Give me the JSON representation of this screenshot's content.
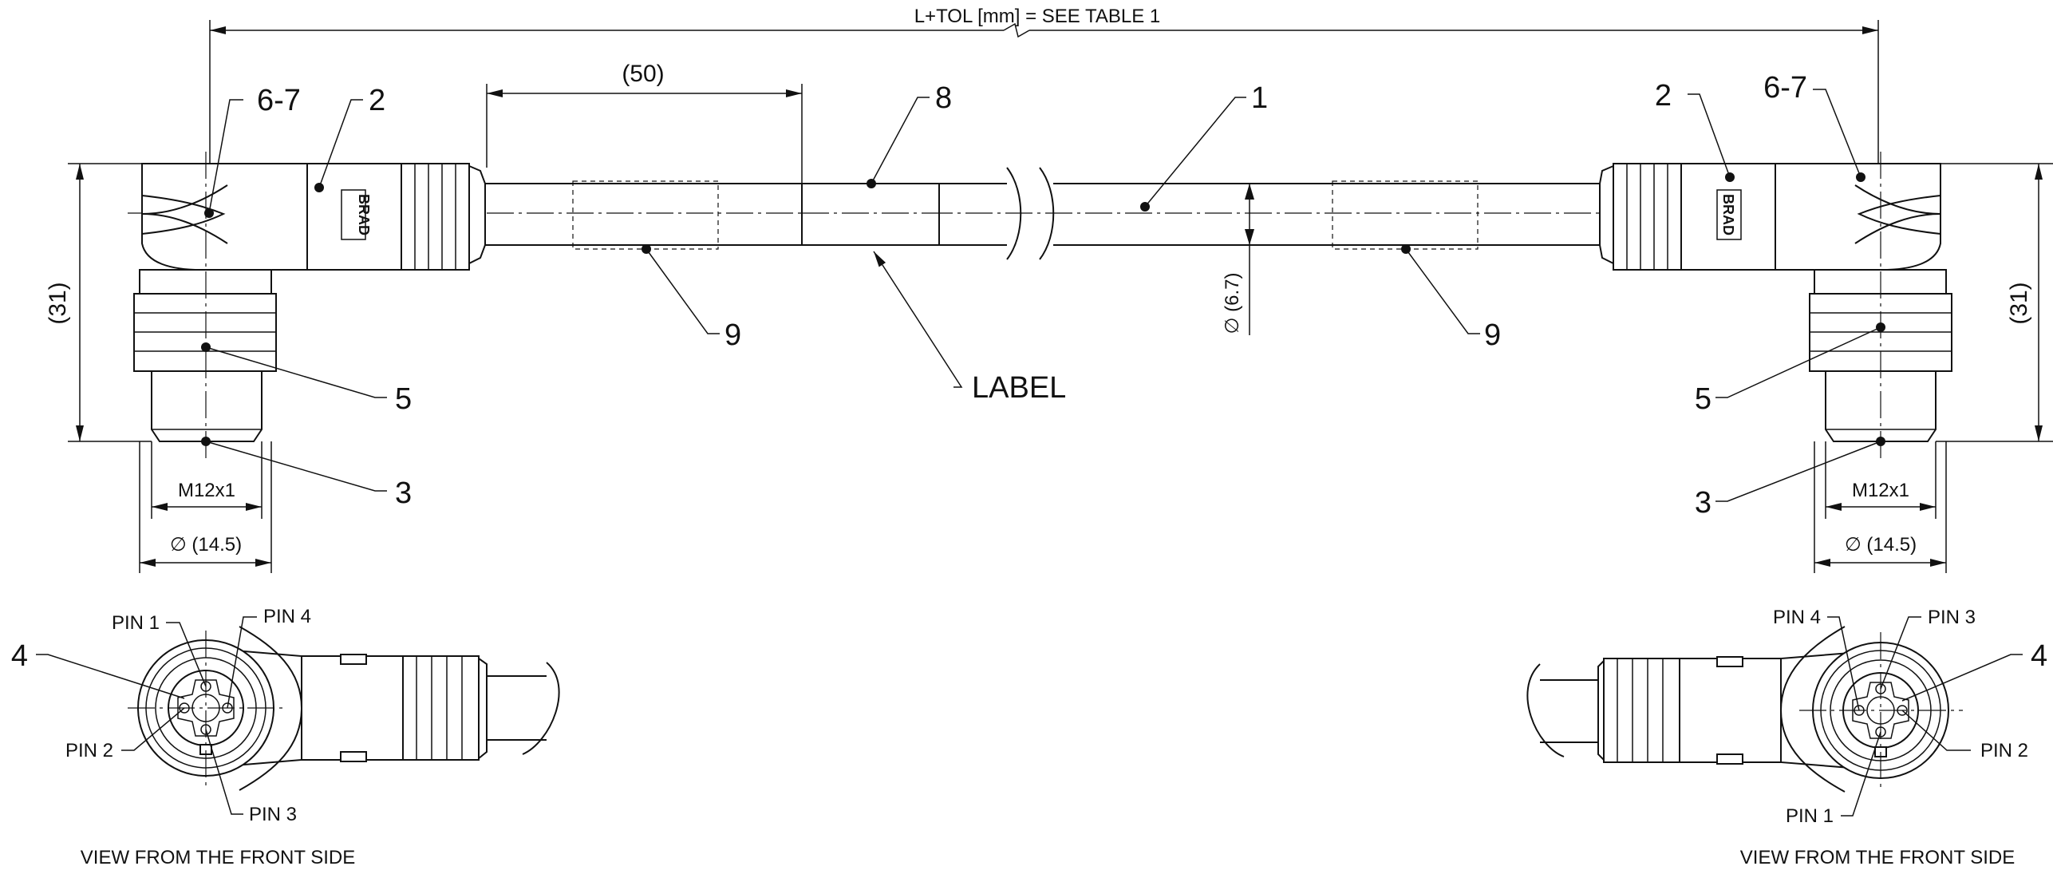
{
  "dimensions": {
    "overall_length": "L+TOL [mm] = SEE TABLE 1",
    "label_offset": "(50)",
    "cable_diameter": "∅ (6.7)",
    "connector_height_left": "(31)",
    "connector_height_right": "(31)",
    "thread_left": "M12x1",
    "thread_right": "M12x1",
    "coupling_diameter_left": "∅ (14.5)",
    "coupling_diameter_right": "∅ (14.5)"
  },
  "callouts": {
    "cable": "1",
    "body_left": "2",
    "body_right": "2",
    "coupling_left": "3",
    "coupling_right": "3",
    "contacts_left": "4",
    "contacts_right": "4",
    "ring_left": "5",
    "ring_right": "5",
    "overmold_left": "6-7",
    "overmold_right": "6-7",
    "label_sleeve": "8",
    "marking_left": "9",
    "marking_right": "9",
    "label": "LABEL"
  },
  "pins_left": {
    "pin1": "PIN 1",
    "pin2": "PIN 2",
    "pin3": "PIN 3",
    "pin4": "PIN 4"
  },
  "pins_right": {
    "pin1": "PIN 1",
    "pin2": "PIN 2",
    "pin3": "PIN 3",
    "pin4": "PIN 4"
  },
  "views": {
    "left_caption": "VIEW FROM THE FRONT SIDE",
    "right_caption": "VIEW FROM THE FRONT SIDE"
  },
  "brand": {
    "logo_text": "BRAD"
  }
}
